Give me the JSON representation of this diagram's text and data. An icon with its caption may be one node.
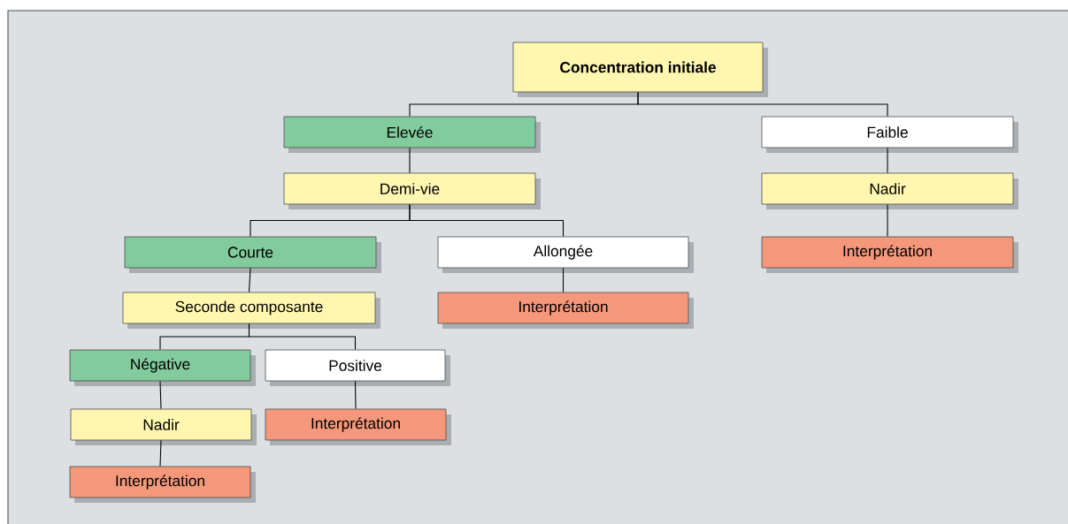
{
  "diagram": {
    "nodes": [
      {
        "text": [
          "Concentration initiale"
        ]
      },
      {
        "text": [
          "Elevée"
        ]
      },
      {
        "text": [
          "Faible"
        ]
      },
      {
        "text": [
          "Demi-vie"
        ]
      },
      {
        "text": [
          "Nadir"
        ]
      },
      {
        "text": [
          "Courte"
        ]
      },
      {
        "text": [
          "Allongée"
        ]
      },
      {
        "text": [
          "Interprétation"
        ]
      },
      {
        "text": [
          "Seconde composante"
        ]
      },
      {
        "text": [
          "Interprétation"
        ]
      },
      {
        "text": [
          "Négative"
        ]
      },
      {
        "text": [
          "Positive"
        ]
      },
      {
        "text": [
          "Nadir"
        ]
      },
      {
        "text": [
          "Interprétation"
        ]
      },
      {
        "text": [
          "Interprétation"
        ]
      }
    ],
    "edges": [
      {
        "from": 0,
        "to": 1,
        "arrow": "none"
      },
      {
        "from": 0,
        "to": 2,
        "arrow": "none"
      },
      {
        "from": 1,
        "to": 3,
        "arrow": "none"
      },
      {
        "from": 2,
        "to": 4,
        "arrow": "none"
      },
      {
        "from": 3,
        "to": 5,
        "arrow": "none"
      },
      {
        "from": 3,
        "to": 6,
        "arrow": "none"
      },
      {
        "from": 4,
        "to": 7,
        "arrow": "none"
      },
      {
        "from": 5,
        "to": 8,
        "arrow": "none"
      },
      {
        "from": 6,
        "to": 9,
        "arrow": "none"
      },
      {
        "from": 8,
        "to": 10,
        "arrow": "none"
      },
      {
        "from": 8,
        "to": 11,
        "arrow": "none"
      },
      {
        "from": 10,
        "to": 12,
        "arrow": "none"
      },
      {
        "from": 11,
        "to": 13,
        "arrow": "none"
      },
      {
        "from": 12,
        "to": 14,
        "arrow": "none"
      }
    ]
  }
}
